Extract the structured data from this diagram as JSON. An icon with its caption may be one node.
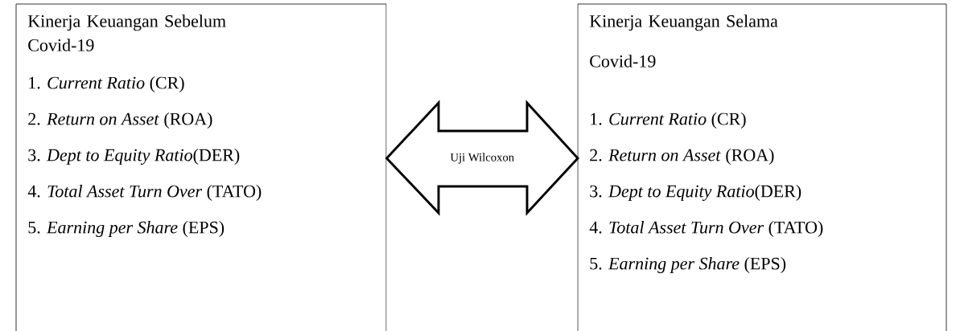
{
  "diagram": {
    "nodes": [
      {
        "text": [
          "Kinerja Keuangan Sebelum Covid-19",
          "1. *Current Ratio* (CR)",
          "2. *Return on Asset* (ROA)",
          "3. *Dept to Equity Ratio*(DER)",
          "4. *Total Asset Turn Over* (TATO)",
          "5. *Earning per Share* (EPS)"
        ]
      },
      {
        "text": [
          "Kinerja Keuangan Selama Covid-19",
          "1. *Current Ratio* (CR)",
          "2. *Return on Asset* (ROA)",
          "3. *Dept to Equity Ratio*(DER)",
          "4. *Total Asset Turn Over* (TATO)",
          "5. *Earning per Share* (EPS)"
        ]
      }
    ],
    "edges": [
      {
        "from": 0,
        "to": 1,
        "arrow": "both",
        "label": "Uji Wilcoxon"
      }
    ]
  }
}
